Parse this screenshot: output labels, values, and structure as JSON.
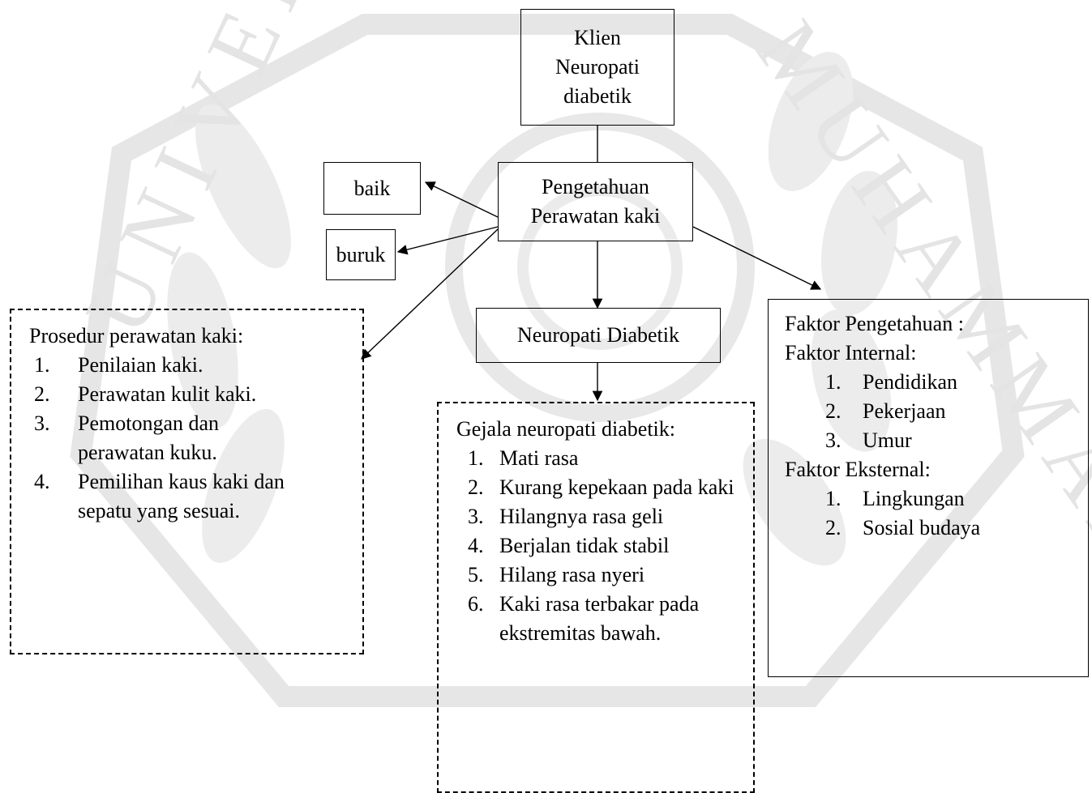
{
  "nodes": {
    "client": {
      "lines": [
        "Klien",
        "Neuropati",
        "diabetik"
      ]
    },
    "knowledge": {
      "lines": [
        "Pengetahuan",
        "Perawatan kaki"
      ]
    },
    "good": {
      "label": "baik"
    },
    "bad": {
      "label": "buruk"
    },
    "neuropathy": {
      "label": "Neuropati Diabetik"
    }
  },
  "procedure": {
    "title": "Prosedur perawatan kaki:",
    "items": [
      {
        "num": "1.",
        "text": "Penilaian kaki."
      },
      {
        "num": "2.",
        "text": "Perawatan kulit kaki."
      },
      {
        "num": "3.",
        "text": "Pemotongan dan perawatan kuku."
      },
      {
        "num": "4.",
        "text": "Pemilihan kaus kaki dan sepatu yang sesuai."
      }
    ]
  },
  "symptoms": {
    "title": "Gejala neuropati diabetik:",
    "items": [
      {
        "num": "1.",
        "text": "Mati rasa"
      },
      {
        "num": "2.",
        "text": "Kurang kepekaan pada kaki"
      },
      {
        "num": "3.",
        "text": "Hilangnya rasa geli"
      },
      {
        "num": "4.",
        "text": "Berjalan tidak stabil"
      },
      {
        "num": "5.",
        "text": "Hilang rasa nyeri"
      },
      {
        "num": "6.",
        "text": "Kaki rasa terbakar pada ekstremitas bawah."
      }
    ]
  },
  "factors": {
    "title": "Faktor Pengetahuan :",
    "internal_title": "Faktor Internal:",
    "internal": [
      {
        "num": "1.",
        "text": "Pendidikan"
      },
      {
        "num": "2.",
        "text": "Pekerjaan"
      },
      {
        "num": "3.",
        "text": "Umur"
      }
    ],
    "external_title": "Faktor Eksternal:",
    "external": [
      {
        "num": "1.",
        "text": "Lingkungan"
      },
      {
        "num": "2.",
        "text": "Sosial budaya"
      }
    ]
  },
  "watermark": {
    "text_top": "UNIVERSITAS",
    "text_right": "MUHAMMADIYAH",
    "icon": "university-seal-watermark",
    "color": "#e9e9e9"
  }
}
